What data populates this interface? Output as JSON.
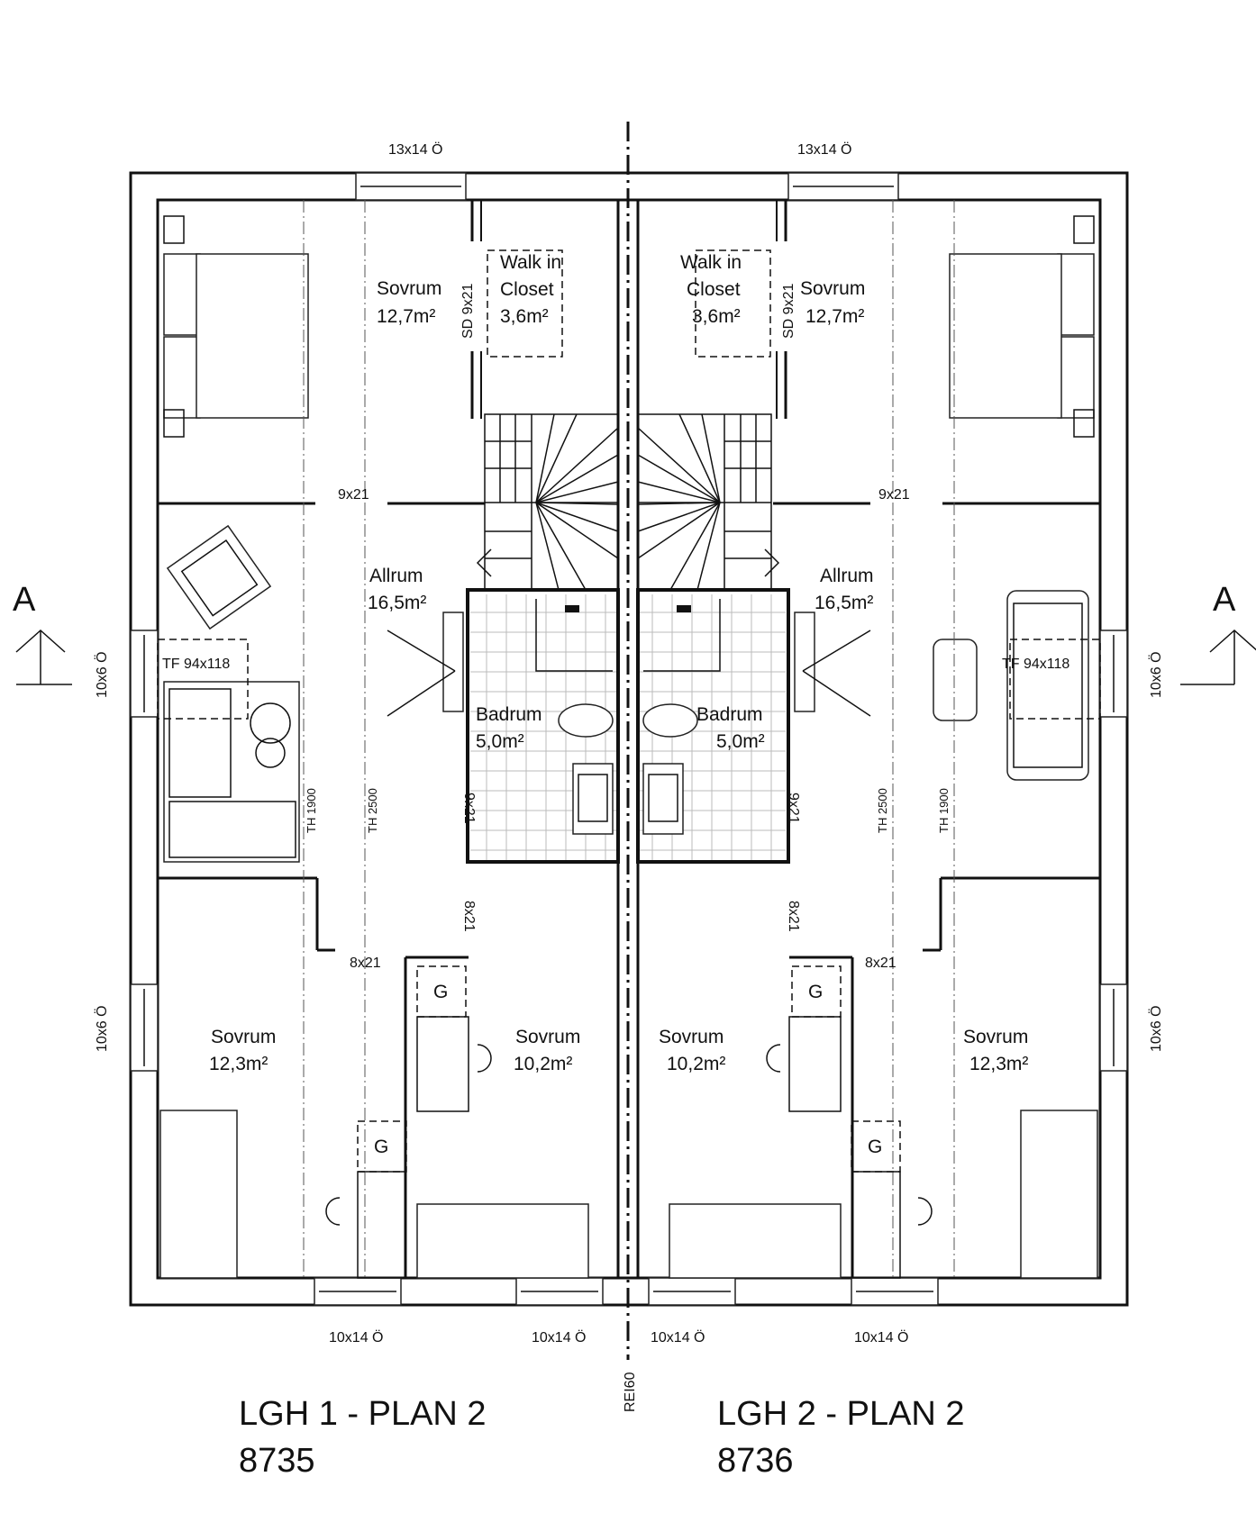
{
  "plans": [
    {
      "title": "LGH 1 - PLAN 2",
      "number": "8735",
      "rooms": {
        "bedroom_master": {
          "name": "Sovrum",
          "area": "12,7m²"
        },
        "walkin": {
          "name_line1": "Walk in",
          "name_line2": "Closet",
          "area": "3,6m²"
        },
        "living": {
          "name": "Allrum",
          "area": "16,5m²"
        },
        "bathroom": {
          "name": "Badrum",
          "area": "5,0m²"
        },
        "bedroom_lower_outer": {
          "name": "Sovrum",
          "area": "12,3m²"
        },
        "bedroom_lower_inner": {
          "name": "Sovrum",
          "area": "10,2m²"
        }
      },
      "labels": {
        "window_top": "13x14 Ö",
        "window_side_upper": "10x6 Ö",
        "window_side_lower": "10x6 Ö",
        "window_bottom_outer": "10x14 Ö",
        "window_bottom_inner": "10x14 Ö",
        "door_sd": "SD 9x21",
        "door_bedroom": "9x21",
        "door_bath": "9x21",
        "door_lower_inner": "8x21",
        "door_lower_outer": "8x21",
        "tf": "TF 94x118",
        "th_low": "TH 1900",
        "th_high": "TH 2500",
        "wardrobe_1": "G",
        "wardrobe_2": "G"
      }
    },
    {
      "title": "LGH 2 - PLAN 2",
      "number": "8736",
      "rooms": {
        "bedroom_master": {
          "name": "Sovrum",
          "area": "12,7m²"
        },
        "walkin": {
          "name_line1": "Walk in",
          "name_line2": "Closet",
          "area": "3,6m²"
        },
        "living": {
          "name": "Allrum",
          "area": "16,5m²"
        },
        "bathroom": {
          "name": "Badrum",
          "area": "5,0m²"
        },
        "bedroom_lower_outer": {
          "name": "Sovrum",
          "area": "12,3m²"
        },
        "bedroom_lower_inner": {
          "name": "Sovrum",
          "area": "10,2m²"
        }
      },
      "labels": {
        "window_top": "13x14 Ö",
        "window_side_upper": "10x6 Ö",
        "window_side_lower": "10x6 Ö",
        "window_bottom_outer": "10x14 Ö",
        "window_bottom_inner": "10x14 Ö",
        "door_sd": "SD 9x21",
        "door_bedroom": "9x21",
        "door_bath": "9x21",
        "door_lower_inner": "8x21",
        "door_lower_outer": "8x21",
        "tf": "TF 94x118",
        "th_low": "TH 1900",
        "th_high": "TH 2500",
        "wardrobe_1": "G",
        "wardrobe_2": "G"
      }
    }
  ],
  "section_marker": {
    "left": "A",
    "right": "A"
  },
  "party_wall": "REI60"
}
